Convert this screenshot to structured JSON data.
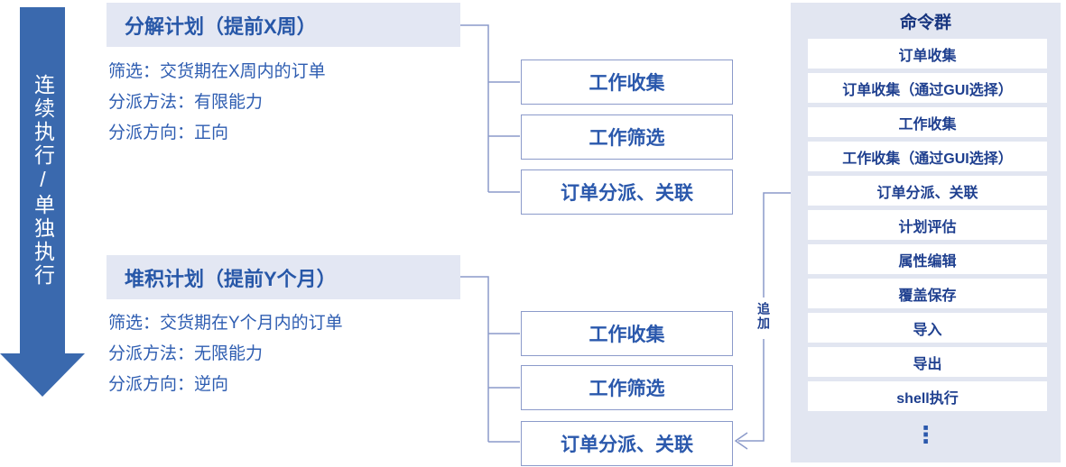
{
  "left_arrow": {
    "label": "连续执行/单独执行",
    "color": "#3a69ae"
  },
  "plans": [
    {
      "title": "分解计划（提前X周）",
      "details": [
        "筛选：交货期在X周内的订单",
        "分派方法：有限能力",
        "分派方向：正向"
      ],
      "steps": [
        "工作收集",
        "工作筛选",
        "订单分派、关联"
      ]
    },
    {
      "title": "堆积计划（提前Y个月）",
      "details": [
        "筛选：交货期在Y个月内的订单",
        "分派方法：无限能力",
        "分派方向：逆向"
      ],
      "steps": [
        "工作收集",
        "工作筛选",
        "订单分派、关联"
      ]
    }
  ],
  "append_label": "追加",
  "command_panel": {
    "title": "命令群",
    "items": [
      "订单收集",
      "订单收集（通过GUI选择）",
      "工作收集",
      "工作收集（通过GUI选择）",
      "订单分派、关联",
      "计划评估",
      "属性编辑",
      "覆盖保存",
      "导入",
      "导出",
      "shell执行"
    ],
    "ellipsis": "⋮"
  },
  "colors": {
    "arrow_blue": "#3a69ae",
    "header_bg": "#e3e7f3",
    "panel_bg": "#e2e6f1",
    "box_border": "#8b9aca",
    "text_blue": "#2757a8",
    "panel_text": "#1e3f8f"
  }
}
